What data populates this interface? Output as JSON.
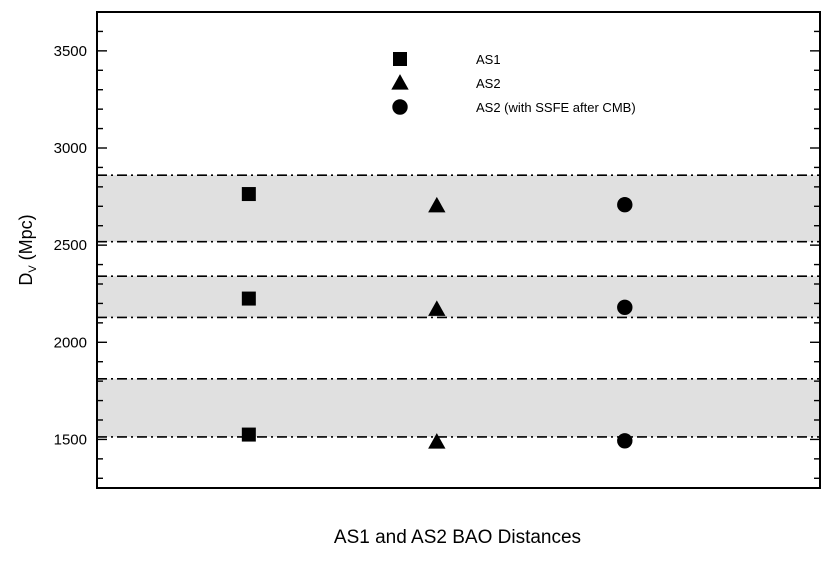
{
  "chart_data": {
    "type": "scatter",
    "title": "",
    "xlabel": "AS1 and AS2 BAO Distances",
    "ylabel": "D",
    "ylabel_subscript": "V",
    "ylabel_unit": "(Mpc)",
    "ylim": [
      1250,
      3700
    ],
    "yticks": [
      1500,
      2000,
      2500,
      3000,
      3500
    ],
    "ytick_labels": [
      "1500",
      "2000",
      "2500",
      "3000",
      "3500"
    ],
    "y_minor_step": 100,
    "grid": false,
    "legend_position": "top-center",
    "bands": [
      {
        "low": 2518,
        "high": 2860
      },
      {
        "low": 2128,
        "high": 2340
      },
      {
        "low": 1513,
        "high": 1812
      }
    ],
    "series": [
      {
        "name": "AS1",
        "marker": "square",
        "x": [
          1,
          1,
          1
        ],
        "values": [
          2763,
          2225,
          1525
        ]
      },
      {
        "name": "AS2",
        "marker": "triangle",
        "x": [
          2,
          2,
          2
        ],
        "values": [
          2703,
          2170,
          1487
        ]
      },
      {
        "name": "AS2 (with SSFE after CMB)",
        "marker": "circle",
        "x": [
          3,
          3,
          3
        ],
        "values": [
          2708,
          2180,
          1493
        ]
      }
    ]
  },
  "colors": {
    "band_fill": "#e0e0e0",
    "marker": "#000000",
    "axes": "#000000"
  }
}
